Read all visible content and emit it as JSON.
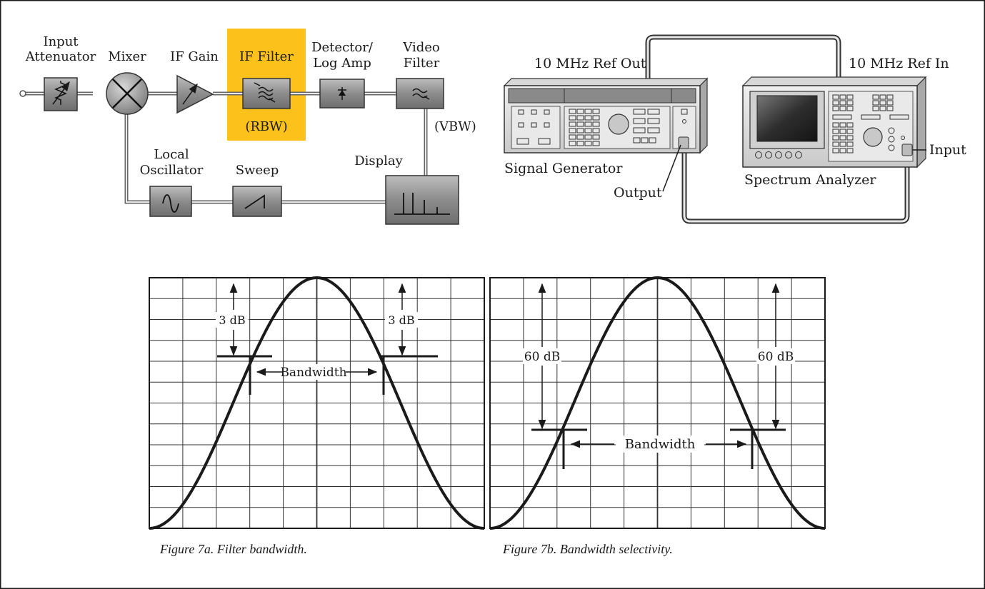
{
  "block_diagram": {
    "input_attenuator": [
      "Input",
      "Attenuator"
    ],
    "mixer": "Mixer",
    "if_gain": "IF Gain",
    "if_filter": "IF Filter",
    "rbw": "(RBW)",
    "detector": [
      "Detector/",
      "Log Amp"
    ],
    "video_filter": [
      "Video",
      "Filter"
    ],
    "vbw": "(VBW)",
    "local_oscillator": [
      "Local",
      "Oscillator"
    ],
    "sweep": "Sweep",
    "display": "Display",
    "highlight_color": "#fcc21b",
    "block_color": "#8f8f8f"
  },
  "test_setup": {
    "ref_out": "10 MHz Ref Out",
    "ref_in": "10 MHz Ref In",
    "signal_generator": "Signal Generator",
    "output": "Output",
    "spectrum_analyzer": "Spectrum Analyzer",
    "input": "Input"
  },
  "figure_7a": {
    "caption": "Figure 7a.  Filter bandwidth.",
    "left_label": "3 dB",
    "right_label": "3 dB",
    "bandwidth_label": "Bandwidth",
    "grid_divisions": {
      "x": 10,
      "y": 12
    }
  },
  "figure_7b": {
    "caption": "Figure 7b.  Bandwidth selectivity.",
    "left_label": "60 dB",
    "right_label": "60 dB",
    "bandwidth_label": "Bandwidth",
    "grid_divisions": {
      "x": 10,
      "y": 12
    }
  }
}
